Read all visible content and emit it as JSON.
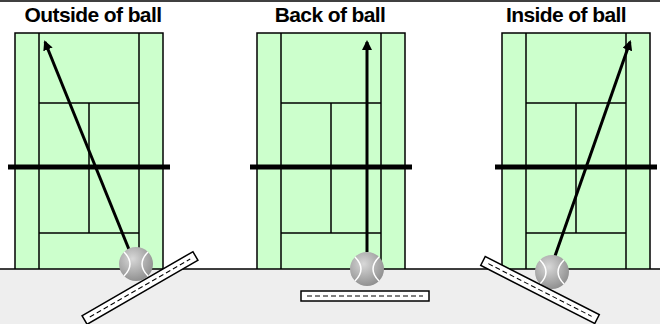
{
  "diagram": {
    "labels": [
      "Outside of ball",
      "Back of ball",
      "Inside of ball"
    ]
  }
}
